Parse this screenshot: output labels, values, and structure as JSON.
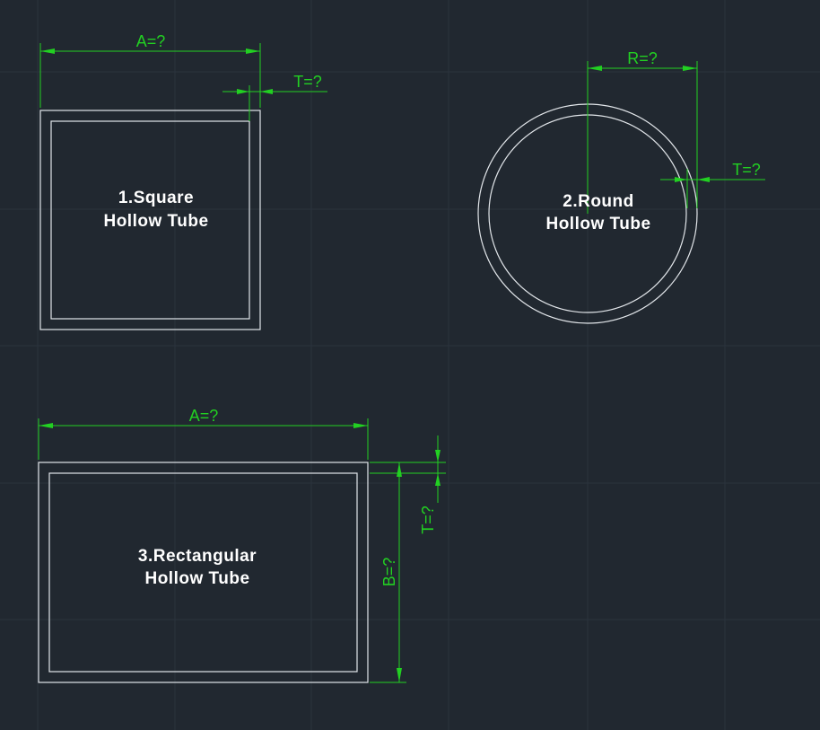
{
  "colors": {
    "background": "#212830",
    "grid": "#2b333d",
    "outline": "#e2e6ea",
    "dimension": "#22d022",
    "label": "#ffffff"
  },
  "square": {
    "label_line1": "1.Square",
    "label_line2": "Hollow Tube",
    "dim_width": "A=?",
    "dim_thickness": "T=?"
  },
  "round": {
    "label_line1": "2.Round",
    "label_line2": "Hollow Tube",
    "dim_radius": "R=?",
    "dim_thickness": "T=?"
  },
  "rectangular": {
    "label_line1": "3.Rectangular",
    "label_line2": "Hollow Tube",
    "dim_width": "A=?",
    "dim_height": "B=?",
    "dim_thickness": "T=?"
  }
}
